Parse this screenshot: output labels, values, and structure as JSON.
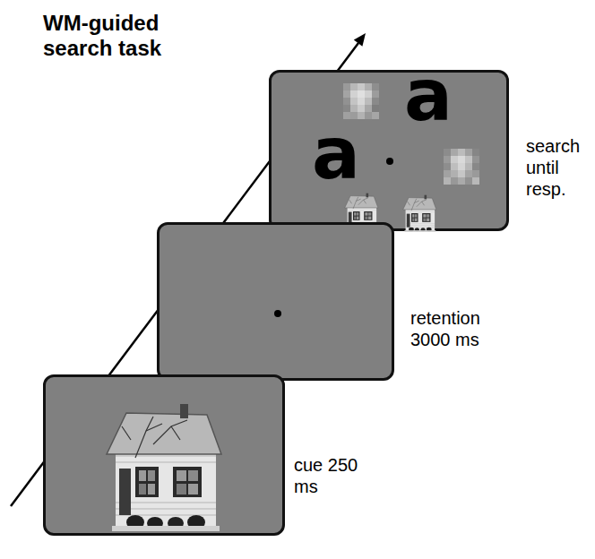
{
  "diagram": {
    "title": "WM-guided search task",
    "nodes": [
      {
        "text": [
          "cue 250 ms"
        ]
      },
      {
        "text": [
          "retention 3000 ms"
        ]
      },
      {
        "text": [
          "search until resp."
        ]
      }
    ],
    "labels": [
      "a",
      "a"
    ]
  }
}
